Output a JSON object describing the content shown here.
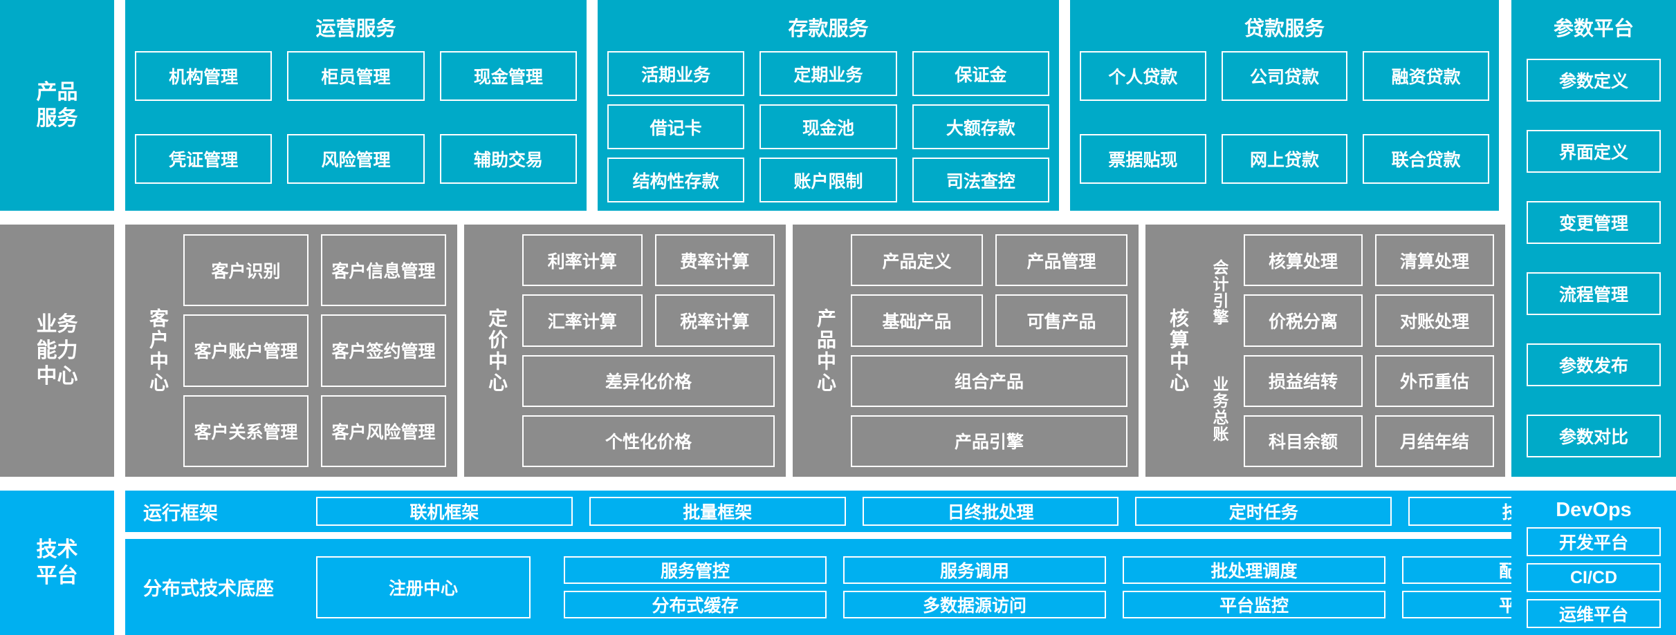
{
  "colors": {
    "teal": "#00aac8",
    "gray": "#8c8c8c",
    "blue": "#00b0f0",
    "tile_border": "#ffffff",
    "text": "#ffffff"
  },
  "rows": {
    "products": {
      "label": "产品\n服务",
      "label_line1": "产品",
      "label_line2": "服务",
      "panels": [
        {
          "title": "运营服务",
          "tiles": [
            "机构管理",
            "柜员管理",
            "现金管理",
            "凭证管理",
            "风险管理",
            "辅助交易"
          ]
        },
        {
          "title": "存款服务",
          "tiles": [
            "活期业务",
            "定期业务",
            "保证金",
            "借记卡",
            "现金池",
            "大额存款",
            "结构性存款",
            "账户限制",
            "司法查控"
          ]
        },
        {
          "title": "贷款服务",
          "tiles": [
            "个人贷款",
            "公司贷款",
            "融资贷款",
            "票据贴现",
            "网上贷款",
            "联合贷款"
          ]
        }
      ]
    },
    "capability": {
      "label_line1": "业务",
      "label_line2": "能力",
      "label_line3": "中心",
      "panels": [
        {
          "vlabel": "客户中心",
          "rows": [
            [
              "客户识别",
              "客户信息管理"
            ],
            [
              "客户账户管理",
              "客户签约管理"
            ],
            [
              "客户关系管理",
              "客户风险管理"
            ]
          ]
        },
        {
          "vlabel": "定价中心",
          "rows": [
            [
              "利率计算",
              "费率计算"
            ],
            [
              "汇率计算",
              "税率计算"
            ],
            [
              "差异化价格"
            ],
            [
              "个性化价格"
            ]
          ]
        },
        {
          "vlabel": "产品中心",
          "rows": [
            [
              "产品定义",
              "产品管理"
            ],
            [
              "基础产品",
              "可售产品"
            ],
            [
              "组合产品"
            ],
            [
              "产品引擎"
            ]
          ]
        },
        {
          "vlabel": "核算中心",
          "sub_engine_label": "会计引擎",
          "sub_ledger_label": "业务总账",
          "engine_rows": [
            [
              "核算处理",
              "清算处理"
            ],
            [
              "价税分离",
              "对账处理"
            ]
          ],
          "ledger_rows": [
            [
              "损益结转",
              "外币重估"
            ],
            [
              "科目余额",
              "月结年结"
            ]
          ]
        }
      ]
    },
    "tech": {
      "label_line1": "技术",
      "label_line2": "平台",
      "bands": [
        {
          "label": "运行框架",
          "tiles": [
            "联机框架",
            "批量框架",
            "日终批处理",
            "定时任务",
            "技术组件"
          ]
        },
        {
          "label": "分布式技术底座",
          "registry": "注册中心",
          "columns": [
            [
              "服务管控",
              "分布式缓存"
            ],
            [
              "服务调用",
              "多数据源访问"
            ],
            [
              "批处理调度",
              "平台监控"
            ],
            [
              "配置管理",
              "平台运维"
            ]
          ]
        }
      ]
    }
  },
  "right_column": {
    "param_platform": {
      "title": "参数平台",
      "items": [
        "参数定义",
        "界面定义",
        "变更管理",
        "流程管理",
        "参数发布",
        "参数对比"
      ]
    },
    "devops": {
      "title": "DevOps",
      "items": [
        "开发平台",
        "CI/CD",
        "运维平台"
      ]
    }
  }
}
